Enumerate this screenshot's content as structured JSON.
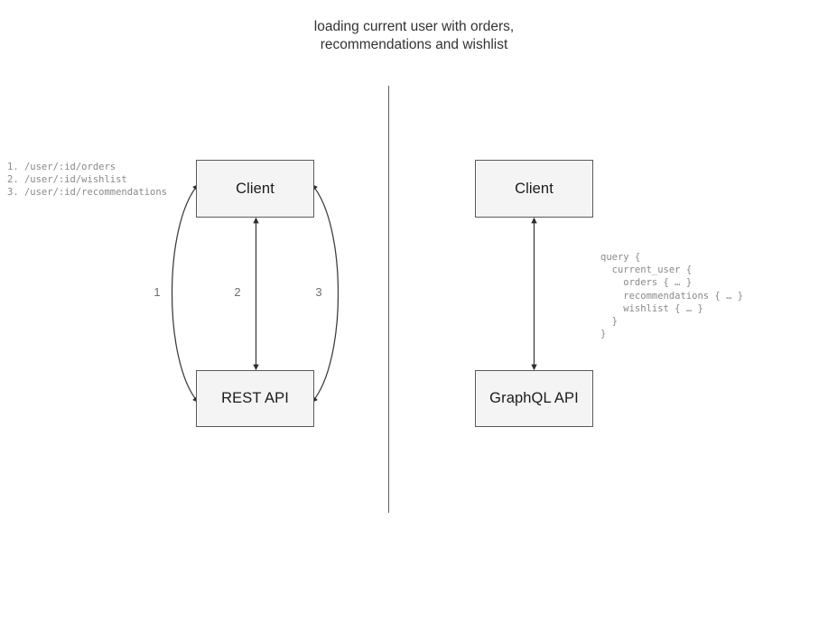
{
  "diagram": {
    "title": "loading current user with orders,\nrecommendations and wishlist",
    "divider_color": "#5e5e5e",
    "node_fill": "#f4f4f4",
    "node_border": "#5a5a5a",
    "annotation_color": "#8a8a8a"
  },
  "rest_panel": {
    "client_label": "Client",
    "api_label": "REST API",
    "edge_labels": [
      "1",
      "2",
      "3"
    ],
    "endpoints_text": "1. /user/:id/orders\n2. /user/:id/wishlist\n3. /user/:id/recommendations",
    "endpoints": [
      {
        "number": "1.",
        "path": "/user/:id/orders"
      },
      {
        "number": "2.",
        "path": "/user/:id/wishlist"
      },
      {
        "number": "3.",
        "path": "/user/:id/recommendations"
      }
    ]
  },
  "graphql_panel": {
    "client_label": "Client",
    "api_label": "GraphQL API",
    "query_text": "query {\n  current_user {\n    orders { … }\n    recommendations { … }\n    wishlist { … }\n  }\n}",
    "query_lines": [
      "query {",
      "  current_user {",
      "    orders { … }",
      "    recommendations { … }",
      "    wishlist { … }",
      "  }",
      "}"
    ]
  }
}
